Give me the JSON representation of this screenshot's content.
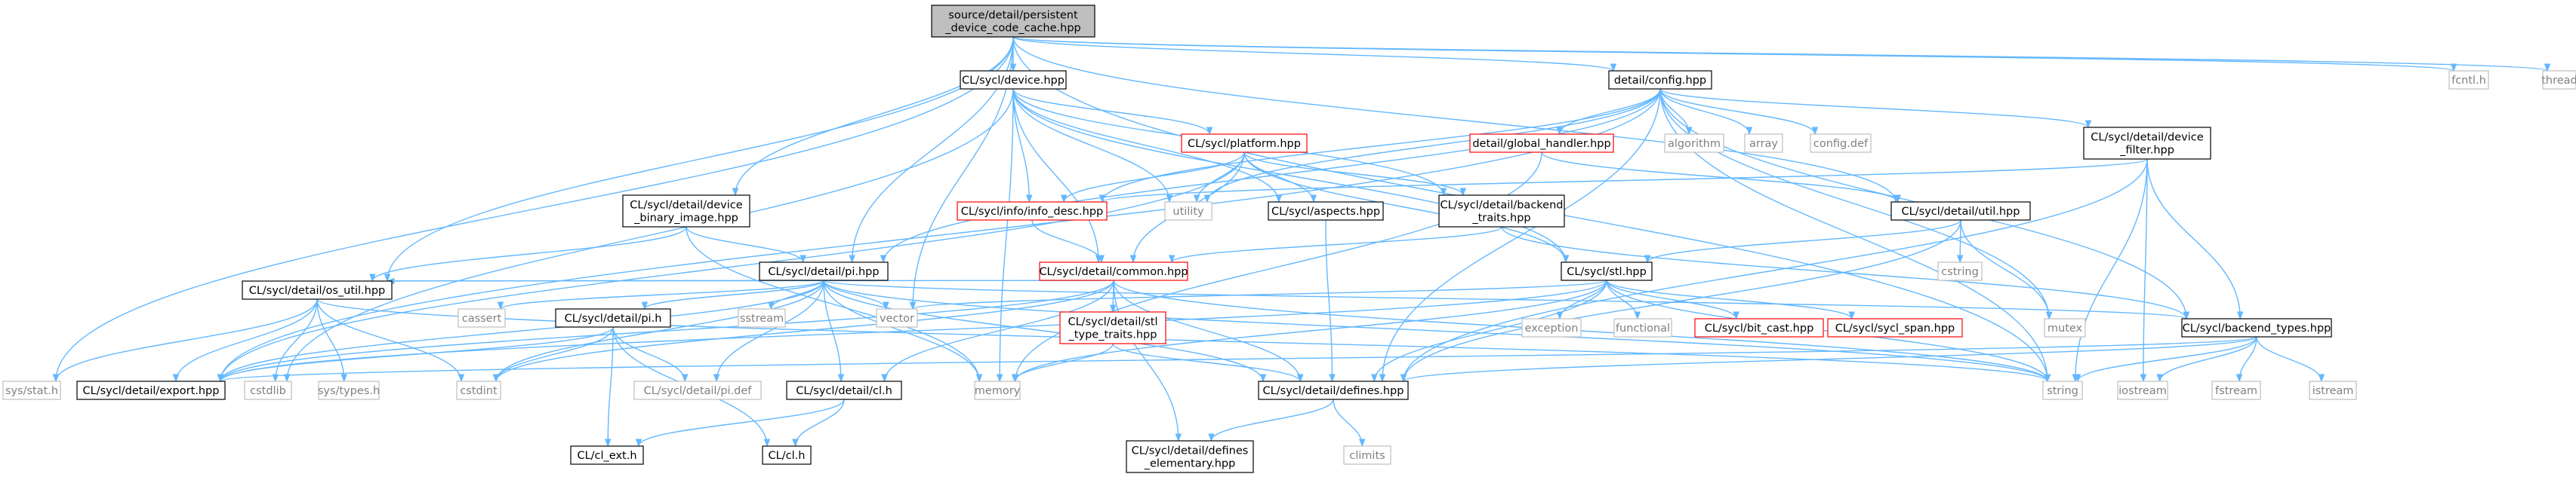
{
  "diagram": {
    "nodes": [
      {
        "id": "root",
        "lines": [
          "source/detail/persistent",
          "_device_code_cache.hpp"
        ],
        "style": "root"
      },
      {
        "id": "device",
        "lines": [
          "CL/sycl/device.hpp"
        ],
        "style": "normal"
      },
      {
        "id": "config",
        "lines": [
          "detail/config.hpp"
        ],
        "style": "normal"
      },
      {
        "id": "fcntl",
        "lines": [
          "fcntl.h"
        ],
        "style": "external"
      },
      {
        "id": "thread",
        "lines": [
          "thread"
        ],
        "style": "external"
      },
      {
        "id": "platform",
        "lines": [
          "CL/sycl/platform.hpp"
        ],
        "style": "truncated"
      },
      {
        "id": "global_handler",
        "lines": [
          "detail/global_handler.hpp"
        ],
        "style": "truncated"
      },
      {
        "id": "algorithm",
        "lines": [
          "algorithm"
        ],
        "style": "external"
      },
      {
        "id": "array",
        "lines": [
          "array"
        ],
        "style": "external"
      },
      {
        "id": "configdef",
        "lines": [
          "config.def"
        ],
        "style": "external"
      },
      {
        "id": "device_filter",
        "lines": [
          "CL/sycl/detail/device",
          "_filter.hpp"
        ],
        "style": "normal"
      },
      {
        "id": "device_binary_image",
        "lines": [
          "CL/sycl/detail/device",
          "_binary_image.hpp"
        ],
        "style": "normal"
      },
      {
        "id": "info_desc",
        "lines": [
          "CL/sycl/info/info_desc.hpp"
        ],
        "style": "truncated"
      },
      {
        "id": "utility",
        "lines": [
          "utility"
        ],
        "style": "external"
      },
      {
        "id": "aspects",
        "lines": [
          "CL/sycl/aspects.hpp"
        ],
        "style": "normal"
      },
      {
        "id": "backend_traits",
        "lines": [
          "CL/sycl/detail/backend",
          "_traits.hpp"
        ],
        "style": "normal"
      },
      {
        "id": "util",
        "lines": [
          "CL/sycl/detail/util.hpp"
        ],
        "style": "normal"
      },
      {
        "id": "pi",
        "lines": [
          "CL/sycl/detail/pi.hpp"
        ],
        "style": "normal"
      },
      {
        "id": "common",
        "lines": [
          "CL/sycl/detail/common.hpp"
        ],
        "style": "truncated"
      },
      {
        "id": "stl",
        "lines": [
          "CL/sycl/stl.hpp"
        ],
        "style": "normal"
      },
      {
        "id": "cstring",
        "lines": [
          "cstring"
        ],
        "style": "external"
      },
      {
        "id": "os_util",
        "lines": [
          "CL/sycl/detail/os_util.hpp"
        ],
        "style": "normal"
      },
      {
        "id": "cassert",
        "lines": [
          "cassert"
        ],
        "style": "external"
      },
      {
        "id": "pih",
        "lines": [
          "CL/sycl/detail/pi.h"
        ],
        "style": "normal"
      },
      {
        "id": "sstream",
        "lines": [
          "sstream"
        ],
        "style": "external"
      },
      {
        "id": "vector",
        "lines": [
          "vector"
        ],
        "style": "external"
      },
      {
        "id": "stl_type_traits",
        "lines": [
          "CL/sycl/detail/stl",
          "_type_traits.hpp"
        ],
        "style": "truncated"
      },
      {
        "id": "exception",
        "lines": [
          "exception"
        ],
        "style": "external"
      },
      {
        "id": "functional",
        "lines": [
          "functional"
        ],
        "style": "external"
      },
      {
        "id": "bit_cast",
        "lines": [
          "CL/sycl/bit_cast.hpp"
        ],
        "style": "truncated"
      },
      {
        "id": "sycl_span",
        "lines": [
          "CL/sycl/sycl_span.hpp"
        ],
        "style": "truncated"
      },
      {
        "id": "mutex",
        "lines": [
          "mutex"
        ],
        "style": "external"
      },
      {
        "id": "backend_types",
        "lines": [
          "CL/sycl/backend_types.hpp"
        ],
        "style": "normal"
      },
      {
        "id": "sysstat",
        "lines": [
          "sys/stat.h"
        ],
        "style": "external"
      },
      {
        "id": "export",
        "lines": [
          "CL/sycl/detail/export.hpp"
        ],
        "style": "normal"
      },
      {
        "id": "cstdlib",
        "lines": [
          "cstdlib"
        ],
        "style": "external"
      },
      {
        "id": "systypes",
        "lines": [
          "sys/types.h"
        ],
        "style": "external"
      },
      {
        "id": "cstdint",
        "lines": [
          "cstdint"
        ],
        "style": "external"
      },
      {
        "id": "pidef",
        "lines": [
          "CL/sycl/detail/pi.def"
        ],
        "style": "external"
      },
      {
        "id": "clh_detail",
        "lines": [
          "CL/sycl/detail/cl.h"
        ],
        "style": "normal"
      },
      {
        "id": "memory",
        "lines": [
          "memory"
        ],
        "style": "external"
      },
      {
        "id": "defines",
        "lines": [
          "CL/sycl/detail/defines.hpp"
        ],
        "style": "normal"
      },
      {
        "id": "string",
        "lines": [
          "string"
        ],
        "style": "external"
      },
      {
        "id": "iostream",
        "lines": [
          "iostream"
        ],
        "style": "external"
      },
      {
        "id": "fstream",
        "lines": [
          "fstream"
        ],
        "style": "external"
      },
      {
        "id": "istream",
        "lines": [
          "istream"
        ],
        "style": "external"
      },
      {
        "id": "cl_ext",
        "lines": [
          "CL/cl_ext.h"
        ],
        "style": "normal"
      },
      {
        "id": "clh",
        "lines": [
          "CL/cl.h"
        ],
        "style": "normal"
      },
      {
        "id": "climits",
        "lines": [
          "climits"
        ],
        "style": "external"
      },
      {
        "id": "defines_elementary",
        "lines": [
          "CL/sycl/detail/defines",
          "_elementary.hpp"
        ],
        "style": "normal"
      }
    ],
    "edges": [
      [
        "root",
        "device"
      ],
      [
        "root",
        "config"
      ],
      [
        "root",
        "fcntl"
      ],
      [
        "root",
        "thread"
      ],
      [
        "root",
        "sysstat"
      ],
      [
        "root",
        "os_util"
      ],
      [
        "root",
        "device_binary_image"
      ],
      [
        "root",
        "pi"
      ],
      [
        "root",
        "vector"
      ],
      [
        "root",
        "util"
      ],
      [
        "root",
        "string"
      ],
      [
        "device",
        "platform"
      ],
      [
        "device",
        "info_desc"
      ],
      [
        "device",
        "utility"
      ],
      [
        "device",
        "aspects"
      ],
      [
        "device",
        "backend_traits"
      ],
      [
        "device",
        "stl"
      ],
      [
        "device",
        "common"
      ],
      [
        "device",
        "memory"
      ],
      [
        "device",
        "cstdlib"
      ],
      [
        "config",
        "global_handler"
      ],
      [
        "config",
        "algorithm"
      ],
      [
        "config",
        "array"
      ],
      [
        "config",
        "configdef"
      ],
      [
        "config",
        "device_filter"
      ],
      [
        "config",
        "pi"
      ],
      [
        "config",
        "info_desc"
      ],
      [
        "config",
        "utility"
      ],
      [
        "config",
        "backend_types"
      ],
      [
        "config",
        "mutex"
      ],
      [
        "config",
        "defines"
      ],
      [
        "config",
        "string"
      ],
      [
        "config",
        "export"
      ],
      [
        "platform",
        "info_desc"
      ],
      [
        "platform",
        "aspects"
      ],
      [
        "platform",
        "backend_traits"
      ],
      [
        "platform",
        "utility"
      ],
      [
        "platform",
        "stl"
      ],
      [
        "platform",
        "common"
      ],
      [
        "platform",
        "export"
      ],
      [
        "global_handler",
        "util"
      ],
      [
        "global_handler",
        "memory"
      ],
      [
        "device_filter",
        "info_desc"
      ],
      [
        "device_filter",
        "backend_types"
      ],
      [
        "device_filter",
        "string"
      ],
      [
        "device_filter",
        "iostream"
      ],
      [
        "device_filter",
        "defines"
      ],
      [
        "device_binary_image",
        "pi"
      ],
      [
        "device_binary_image",
        "os_util"
      ],
      [
        "device_binary_image",
        "memory"
      ],
      [
        "info_desc",
        "common"
      ],
      [
        "aspects",
        "defines"
      ],
      [
        "backend_traits",
        "common"
      ],
      [
        "backend_traits",
        "backend_types"
      ],
      [
        "util",
        "stl"
      ],
      [
        "util",
        "cstring"
      ],
      [
        "util",
        "mutex"
      ],
      [
        "util",
        "defines"
      ],
      [
        "pi",
        "os_util"
      ],
      [
        "pi",
        "pih"
      ],
      [
        "pi",
        "export"
      ],
      [
        "pi",
        "cassert"
      ],
      [
        "pi",
        "sstream"
      ],
      [
        "pi",
        "vector"
      ],
      [
        "pi",
        "string"
      ],
      [
        "pi",
        "memory"
      ],
      [
        "pi",
        "cstdint"
      ],
      [
        "pi",
        "pidef"
      ],
      [
        "pi",
        "backend_types"
      ],
      [
        "pi",
        "defines"
      ],
      [
        "pi",
        "clh_detail"
      ],
      [
        "common",
        "stl_type_traits"
      ],
      [
        "common",
        "clh_detail"
      ],
      [
        "common",
        "defines"
      ],
      [
        "common",
        "defines_elementary"
      ],
      [
        "common",
        "cstdint"
      ],
      [
        "common",
        "string"
      ],
      [
        "common",
        "export"
      ],
      [
        "common",
        "os_util"
      ],
      [
        "stl",
        "bit_cast"
      ],
      [
        "stl",
        "sycl_span"
      ],
      [
        "stl",
        "exception"
      ],
      [
        "stl",
        "functional"
      ],
      [
        "stl",
        "vector"
      ],
      [
        "stl",
        "memory"
      ],
      [
        "stl",
        "string"
      ],
      [
        "stl",
        "defines"
      ],
      [
        "stl",
        "export"
      ],
      [
        "os_util",
        "sysstat"
      ],
      [
        "os_util",
        "export"
      ],
      [
        "os_util",
        "cstdlib"
      ],
      [
        "os_util",
        "systypes"
      ],
      [
        "os_util",
        "cstdint"
      ],
      [
        "os_util",
        "string"
      ],
      [
        "pih",
        "cstdint"
      ],
      [
        "pih",
        "cl_ext"
      ],
      [
        "pih",
        "clh"
      ],
      [
        "pih",
        "pidef"
      ],
      [
        "pih",
        "export"
      ],
      [
        "stl_type_traits",
        "memory"
      ],
      [
        "stl_type_traits",
        "defines"
      ],
      [
        "clh_detail",
        "cl_ext"
      ],
      [
        "clh_detail",
        "clh"
      ],
      [
        "backend_types",
        "defines"
      ],
      [
        "backend_types",
        "string"
      ],
      [
        "backend_types",
        "iostream"
      ],
      [
        "backend_types",
        "fstream"
      ],
      [
        "backend_types",
        "istream"
      ],
      [
        "backend_types",
        "export"
      ],
      [
        "defines",
        "climits"
      ],
      [
        "defines",
        "defines_elementary"
      ]
    ],
    "colors": {
      "edge": "#63b8ff",
      "border_normal": "#000000",
      "border_external": "#bfbfbf",
      "border_truncated": "#ff0000",
      "root_fill": "#bfbfbf",
      "text_normal": "#000000",
      "text_external": "#808080"
    }
  }
}
